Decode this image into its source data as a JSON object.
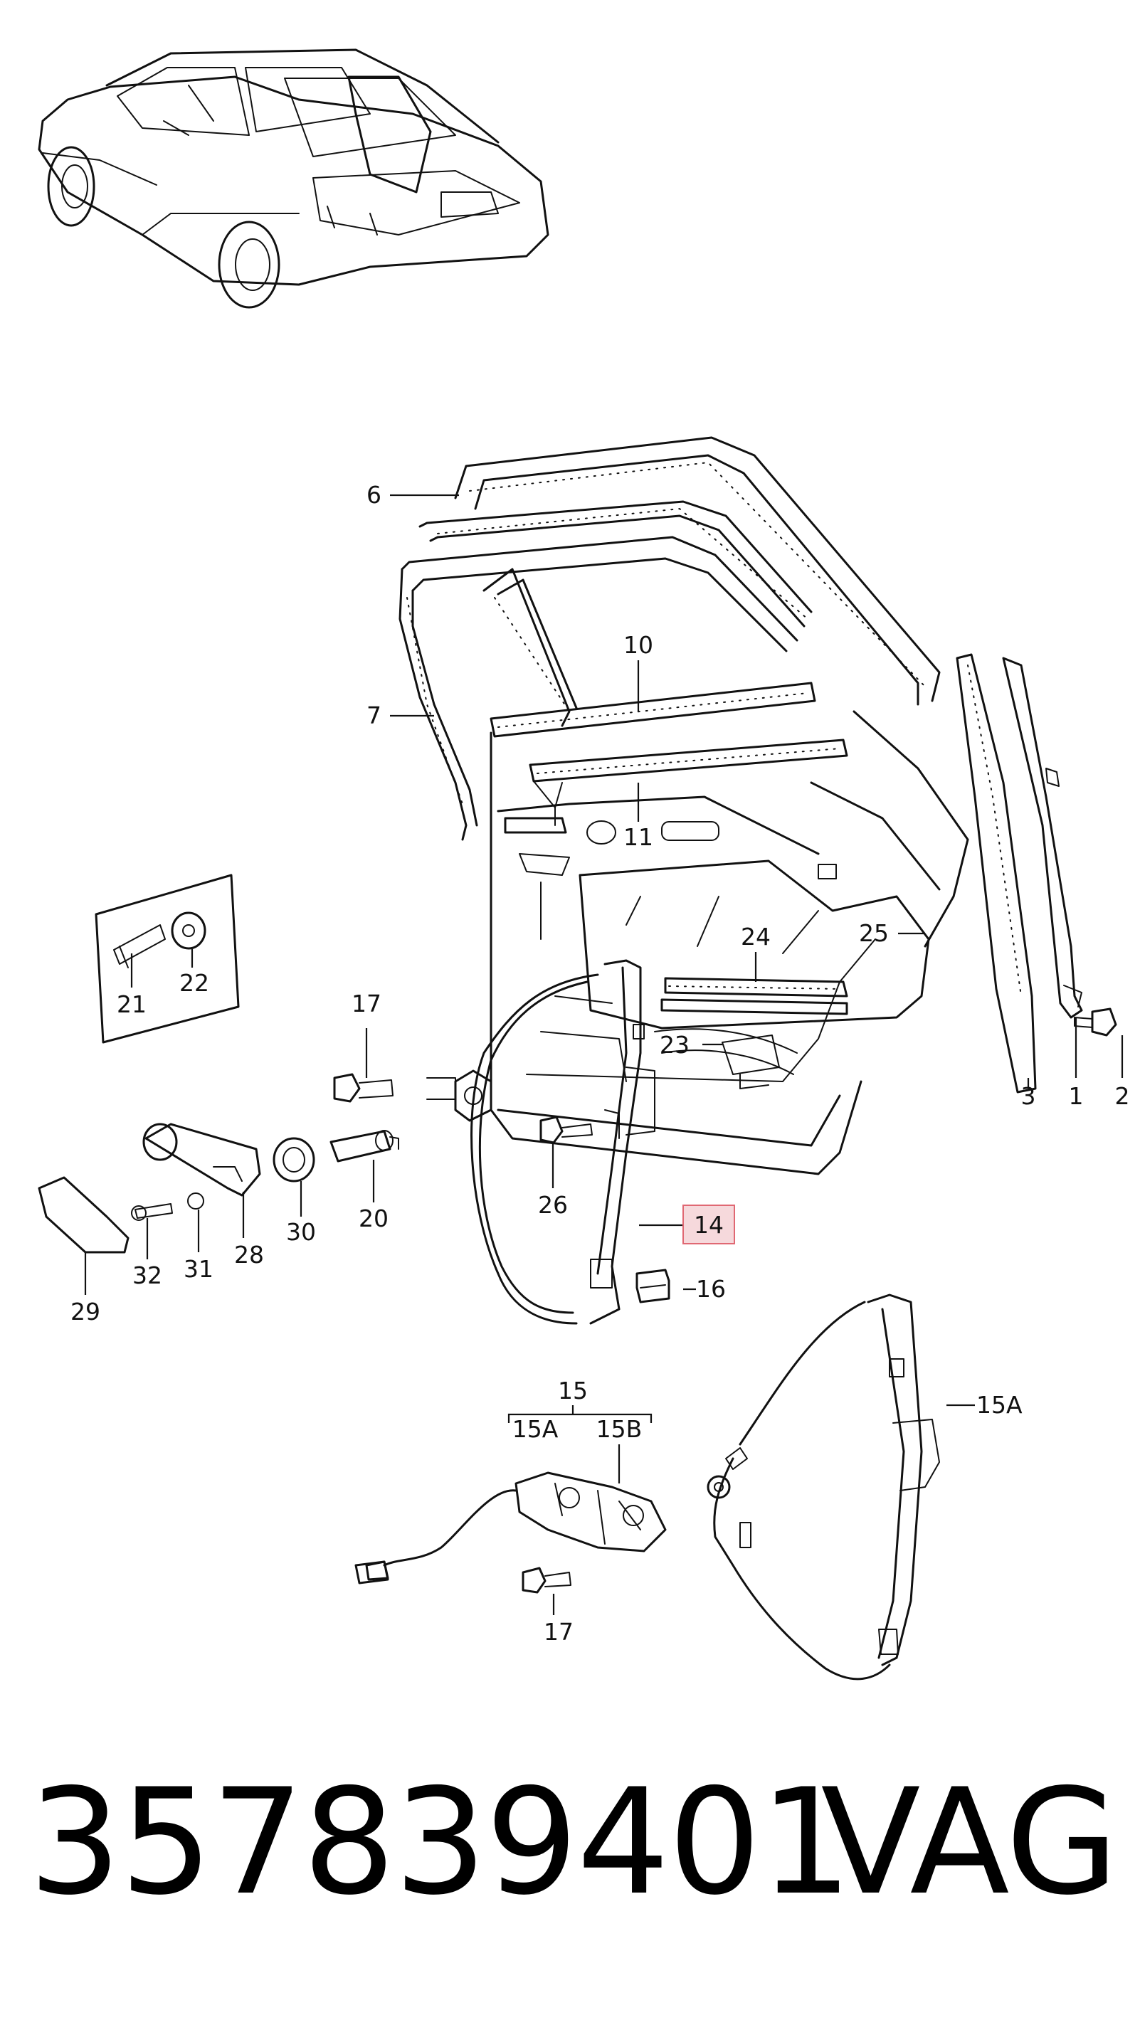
{
  "callouts": {
    "c1": "1",
    "c2": "2",
    "c3": "3",
    "c6": "6",
    "c7": "7",
    "c10": "10",
    "c11": "11",
    "c14": "14",
    "c15": "15",
    "c15A": "15A",
    "c15B": "15B",
    "c15A_right": "15A",
    "c16": "16",
    "c17_top": "17",
    "c17_bottom": "17",
    "c20": "20",
    "c21": "21",
    "c22": "22",
    "c23": "23",
    "c24": "24",
    "c25": "25",
    "c26": "26",
    "c28": "28",
    "c29": "29",
    "c30": "30",
    "c31": "31",
    "c32": "32"
  },
  "footer": {
    "part_number": "357839401",
    "brand": "VAG"
  },
  "colors": {
    "line": "#111111",
    "highlight_fill": "#f6d9dc",
    "highlight_stroke": "#e06873"
  }
}
